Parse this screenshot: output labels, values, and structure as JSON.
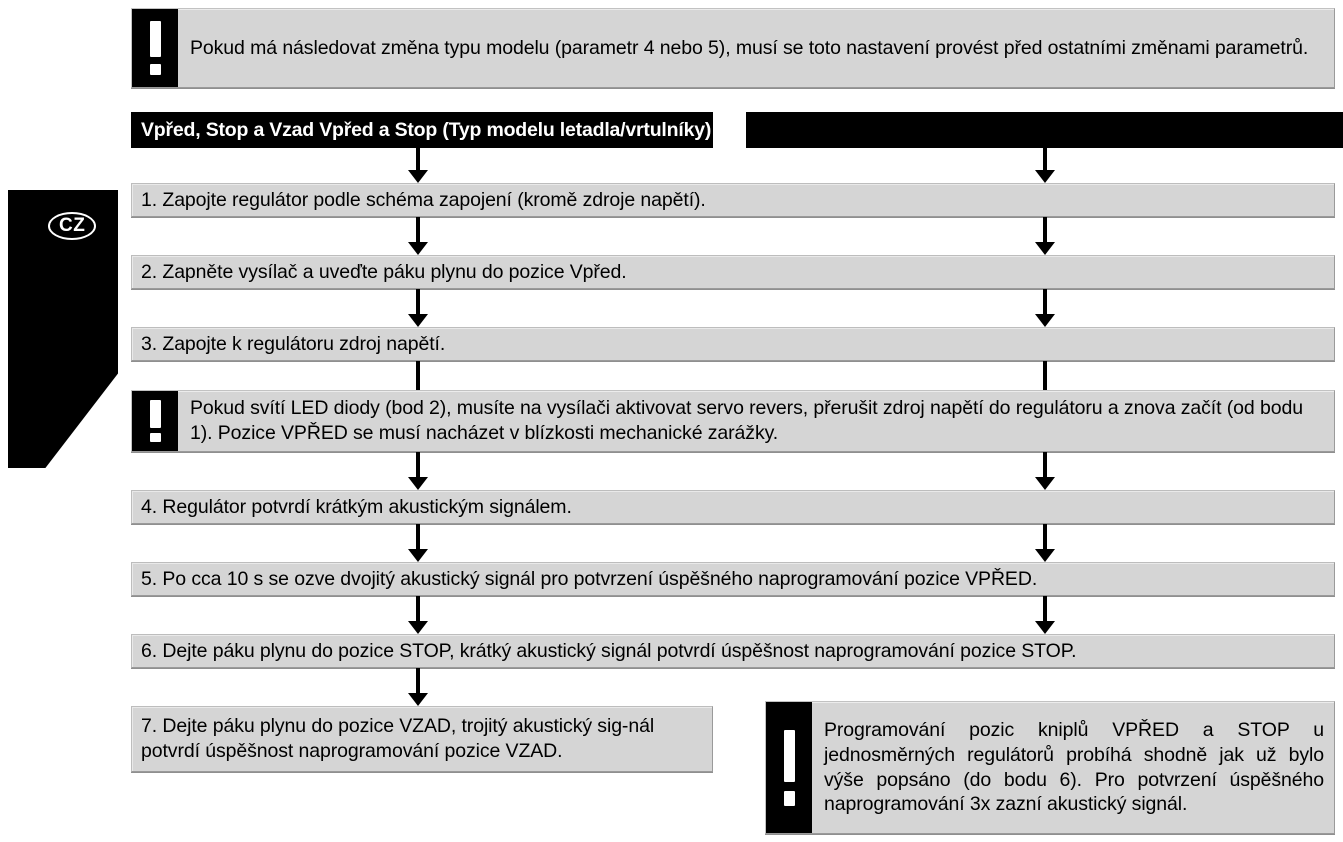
{
  "page": {
    "language_tab": "CZ",
    "background": "#ffffff",
    "box_fill": "#d5d5d5",
    "box_border": "#9a9a9a",
    "accent_black": "#000000"
  },
  "top_warning": {
    "icon": "exclamation-mark-icon",
    "text": "Pokud má následovat změna typu modelu (parametr 4 nebo 5), musí se toto nastavení provést před ostatními změnami parametrů."
  },
  "title_bar": {
    "text": "Vpřed, Stop a Vzad Vpřed a Stop (Typ modelu letadla/vrtulníky)"
  },
  "steps": [
    {
      "number": "1.",
      "text": "1. Zapojte regulátor podle schéma zapojení (kromě zdroje napětí)."
    },
    {
      "number": "2.",
      "text": "2. Zapněte vysílač a uveďte páku plynu do pozice Vpřed."
    },
    {
      "number": "3.",
      "text": "3. Zapojte k regulátoru zdroj napětí."
    },
    {
      "number": "4.",
      "text": "4. Regulátor potvrdí krátkým akustickým signálem."
    },
    {
      "number": "5.",
      "text": "5. Po cca 10 s se ozve dvojitý akustický signál pro potvrzení úspěšného naprogramování pozice VPŘED."
    },
    {
      "number": "6.",
      "text": "6. Dejte páku plynu do pozice STOP, krátký akustický signál potvrdí úspěšnost naprogramování pozice STOP."
    },
    {
      "number": "7.",
      "text": "7. Dejte páku plynu do pozice VZAD, trojitý akustický sig-nál potvrdí úspěšnost naprogramování pozice VZAD."
    }
  ],
  "middle_warning": {
    "icon": "exclamation-mark-icon",
    "text": "Pokud svítí LED diody (bod 2), musíte na vysílači aktivovat servo revers, přerušit zdroj napětí do regulátoru a znova začít (od bodu 1). Pozice VPŘED se musí nacházet v blízkosti mechanické zarážky."
  },
  "bottom_warning": {
    "icon": "exclamation-mark-icon",
    "text": "Programování pozic kniplů VPŘED a STOP u jednosměrných regulátorů probíhá shodně jak už bylo výše popsáno (do bodu 6). Pro potvrzení úspěšného naprogramování 3x zazní akustický signál."
  }
}
